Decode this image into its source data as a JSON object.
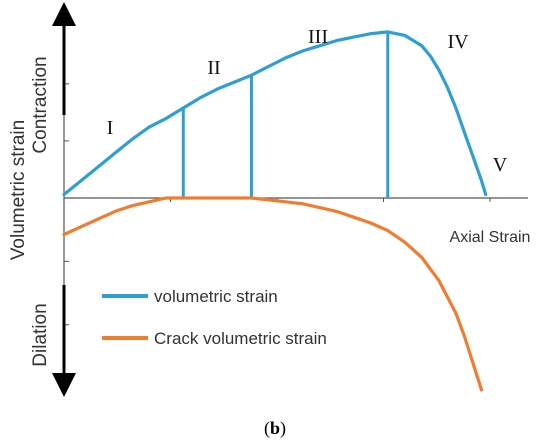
{
  "chart_data": {
    "type": "line",
    "title": "",
    "xlabel": "Axial Strain",
    "ylabel": "Volumetric strain",
    "y_direction_labels": {
      "top": "Contraction",
      "bottom": "Dilation"
    },
    "caption": {
      "open": "(",
      "letter": "b",
      "close": ")"
    },
    "xlim": [
      0,
      1
    ],
    "ylim": [
      -1,
      1
    ],
    "grid": false,
    "legend_position": "center-left",
    "stages": [
      {
        "label": "I",
        "boundary_x": 0.28
      },
      {
        "label": "II",
        "boundary_x": 0.44
      },
      {
        "label": "III",
        "boundary_x": 0.76
      },
      {
        "label": "IV",
        "boundary_x": null
      },
      {
        "label": "V",
        "boundary_x": null
      }
    ],
    "series": [
      {
        "name": "volumetric strain",
        "color": "#2e9fd4",
        "x": [
          0.0,
          0.04,
          0.08,
          0.12,
          0.16,
          0.2,
          0.24,
          0.28,
          0.32,
          0.36,
          0.4,
          0.44,
          0.48,
          0.52,
          0.56,
          0.6,
          0.64,
          0.68,
          0.72,
          0.76,
          0.8,
          0.84,
          0.86,
          0.88,
          0.9,
          0.92,
          0.94,
          0.96,
          0.98,
          0.99
        ],
        "y": [
          0.02,
          0.1,
          0.18,
          0.26,
          0.34,
          0.41,
          0.46,
          0.52,
          0.58,
          0.63,
          0.67,
          0.71,
          0.76,
          0.81,
          0.85,
          0.88,
          0.91,
          0.93,
          0.95,
          0.96,
          0.94,
          0.88,
          0.82,
          0.74,
          0.64,
          0.52,
          0.38,
          0.24,
          0.1,
          0.02
        ]
      },
      {
        "name": "Crack volumetric strain",
        "color": "#ef7d30",
        "x": [
          0.0,
          0.04,
          0.08,
          0.12,
          0.16,
          0.2,
          0.24,
          0.28,
          0.32,
          0.36,
          0.4,
          0.44,
          0.48,
          0.52,
          0.56,
          0.6,
          0.64,
          0.68,
          0.72,
          0.76,
          0.8,
          0.84,
          0.88,
          0.92,
          0.94,
          0.96,
          0.98
        ],
        "y": [
          -0.19,
          -0.15,
          -0.11,
          -0.07,
          -0.04,
          -0.02,
          0.0,
          0.0,
          0.0,
          0.0,
          0.0,
          0.0,
          -0.01,
          -0.02,
          -0.03,
          -0.05,
          -0.07,
          -0.1,
          -0.13,
          -0.17,
          -0.23,
          -0.31,
          -0.43,
          -0.6,
          -0.72,
          -0.86,
          -1.0
        ]
      }
    ]
  }
}
